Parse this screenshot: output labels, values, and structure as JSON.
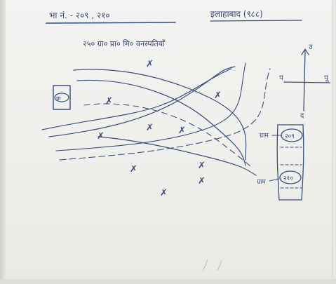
{
  "header": {
    "left_text": "भा नं. - २०९ , २१०",
    "right_text": "इलाहाबाद (९८८)"
  },
  "subtitle": "२५० ग्रा० प्रा० मि० वनस्पतियाँ",
  "compass": {
    "north": "उ",
    "south": "द",
    "east": "पू",
    "west": "प"
  },
  "boxes": {
    "left_box": "ग्रा",
    "right_top": "२०९",
    "right_bottom": "२१०",
    "right_top_label": "ग्राम",
    "right_bottom_label": "ग्राम"
  },
  "marks": {
    "plant_symbol": "✗"
  },
  "colors": {
    "ink": "#3b4d7e",
    "paper": "#f0f0ed"
  }
}
